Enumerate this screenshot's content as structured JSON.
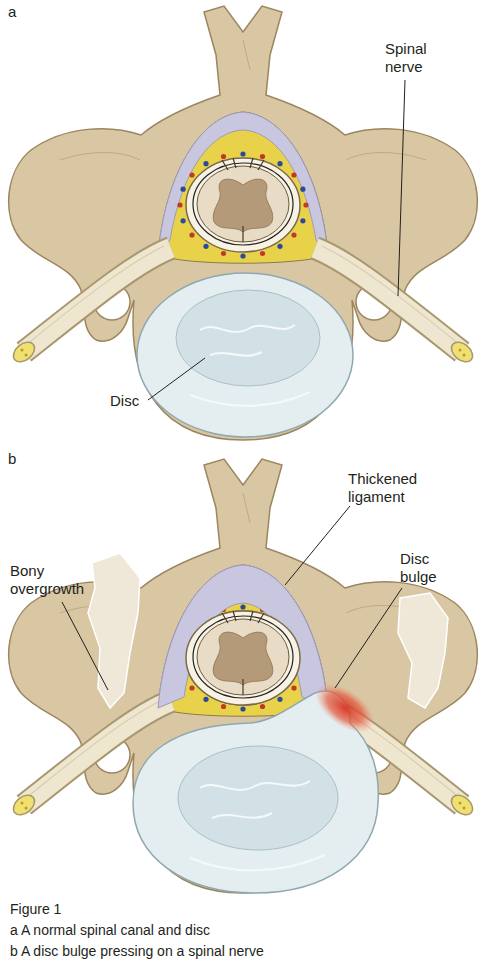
{
  "diagram": {
    "caption": "Figure 1",
    "labels": [
      "a",
      "Spinal nerve",
      "Disc",
      "b",
      "Thickened ligament",
      "Bony overgrowth",
      "Disc bulge",
      "a A normal spinal canal and disc",
      "b A disc bulge pressing on a spinal nerve"
    ]
  }
}
